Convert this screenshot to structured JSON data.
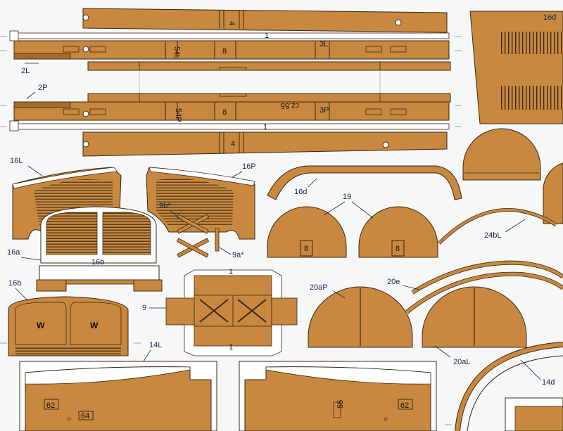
{
  "colors": {
    "part_fill": "#c8883f",
    "part_dark": "#a66a2c",
    "outline": "#3a2814",
    "line": "#2c2c2c",
    "label": "#14284f",
    "paper": "#f6f7f7",
    "guide": "#9aa3ad"
  },
  "labels": {
    "l_16d_top": "16d",
    "l_2L": "2L",
    "l_2P": "2P",
    "l_16L": "16L",
    "l_16P": "16P",
    "l_16d": "16d",
    "l_19": "19",
    "l_24bL": "24bL",
    "l_9b": "9b*",
    "l_9a": "9a*",
    "l_16a": "16a",
    "l_16b_mid": "16b",
    "l_16b": "16b",
    "l_9": "9",
    "l_20aP": "20aP",
    "l_20e": "20e",
    "l_20aL": "20aL",
    "l_14L": "14L",
    "l_14d": "14d"
  },
  "marks": {
    "m_1_top": "1",
    "m_4_top": "4",
    "m_8_a": "8",
    "m_54_a": "54L",
    "m_3L": "3L",
    "m_8_b": "8",
    "m_54_b": "54P",
    "m_cz": "cz.55",
    "m_3P": "3P",
    "m_4_bot": "4",
    "m_1_bot": "1",
    "m_8_d1": "8",
    "m_8_d2": "8",
    "m_1_box_top": "1",
    "m_1_box_bot": "1",
    "m_W1": "W",
    "m_W2": "W",
    "m_62a": "62",
    "m_64": "64",
    "m_62b": "62",
    "m_55": "55"
  }
}
